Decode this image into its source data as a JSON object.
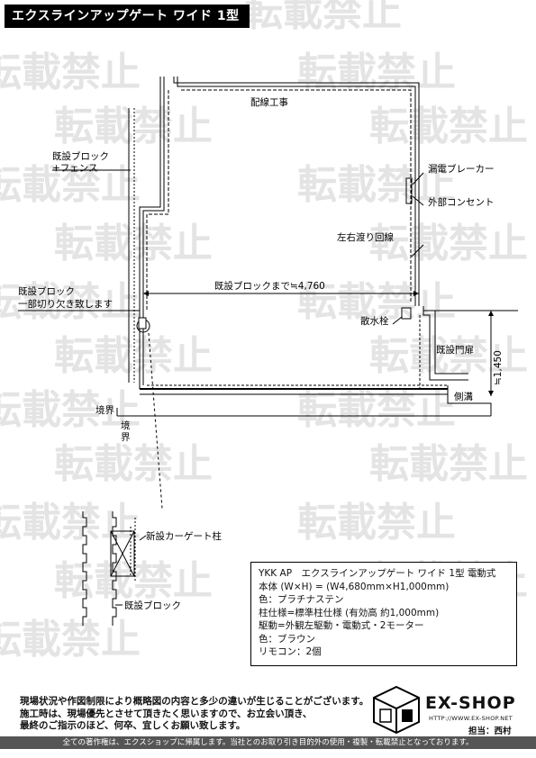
{
  "header": {
    "title": "エクスラインアップゲート ワイド 1型 電動式"
  },
  "watermark": {
    "text": "転載禁止"
  },
  "labels": {
    "wiring_work": "配線工事",
    "existing_block_fence_1": "既設ブロック",
    "existing_block_fence_2": "+フェンス",
    "earth_leakage_breaker": "漏電ブレーカー",
    "outdoor_outlet": "外部コンセント",
    "crossing_wiring": "左右渡り回線",
    "block_cut_1": "既設ブロック",
    "block_cut_2": "一部切り欠き致します",
    "dimension_width": "既設ブロックまで≒4,760",
    "drain_plug": "散水栓",
    "existing_gate": "既設門扉",
    "dimension_height": "≒1,450",
    "side_ditch": "側溝",
    "boundary_1": "境界",
    "boundary_2": "境",
    "boundary_3": "界",
    "new_post": "新設カーゲート柱",
    "existing_block_detail": "既設ブロック"
  },
  "spec": {
    "line1": "YKK AP　エクスラインアップゲート ワイド 1型 電動式",
    "line2": "本体 (W×H) = (W4,680mm×H1,000mm)",
    "line3": "色：プラチナステン",
    "line4": "柱仕様=標準柱仕様 (有効高 約1,000mm)",
    "line5": "駆動=外観左駆動・電動式・2モーター",
    "line6": "色：ブラウン",
    "line7": "リモコン：2個"
  },
  "footer": {
    "note1": "現場状況や作図制限により概略図の内容と多少の違いが生じることがございます。",
    "note2": "施工時は、現場優先とさせて頂きたく思いますので、お立会い頂き、",
    "note3": "最終のご指示のほど、何卒、宜しくお願い致します。",
    "copyright": "全ての著作権は、エクスショップに帰属します。当社とのお取り引き目的外の使用・複製・転載禁止となっております。"
  },
  "logo": {
    "name": "EX-SHOP",
    "url": "HTTP://WWW.EX-SHOP.NET",
    "staff": "担当：西村"
  },
  "colors": {
    "title_bg": "#000000",
    "watermark": "#e3e3e3",
    "copyright_bg": "#555555"
  }
}
